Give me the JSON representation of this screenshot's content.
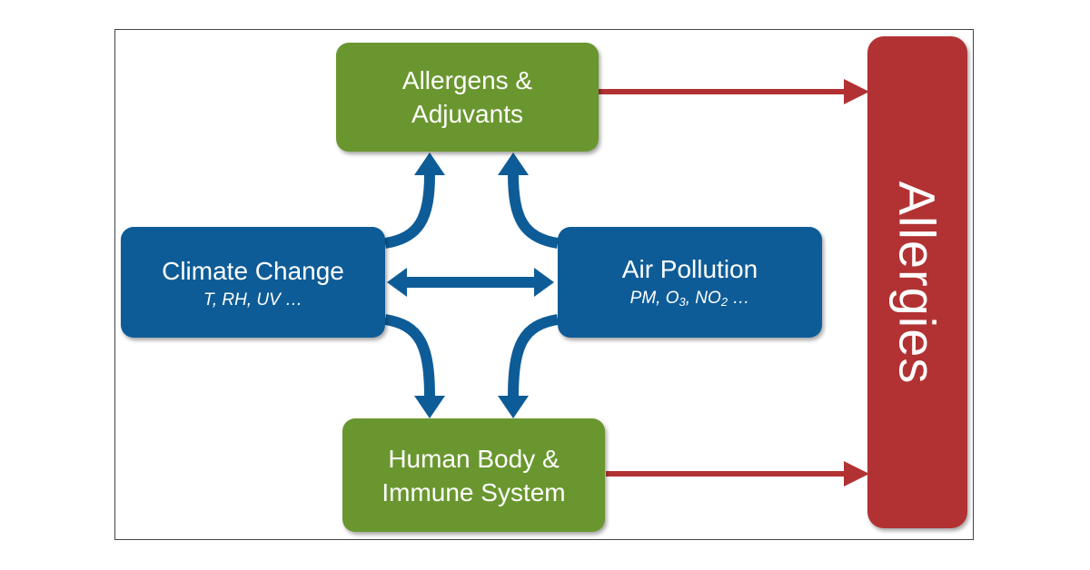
{
  "colors": {
    "green": "#6a962f",
    "blue": "#0e5c97",
    "red": "#b23233",
    "blue_arrow": "#0e5c97",
    "red_arrow": "#b23233"
  },
  "nodes": {
    "allergens": {
      "title": "Allergens &\nAdjuvants"
    },
    "climate": {
      "title": "Climate Change",
      "subtitle": "T, RH, UV …"
    },
    "pollution": {
      "title": "Air Pollution",
      "subtitle_parts": [
        "PM, O",
        "3",
        ", NO",
        "2",
        " …"
      ]
    },
    "human": {
      "title": "Human Body &\nImmune System"
    },
    "allergies": {
      "title": "Allergies"
    }
  }
}
